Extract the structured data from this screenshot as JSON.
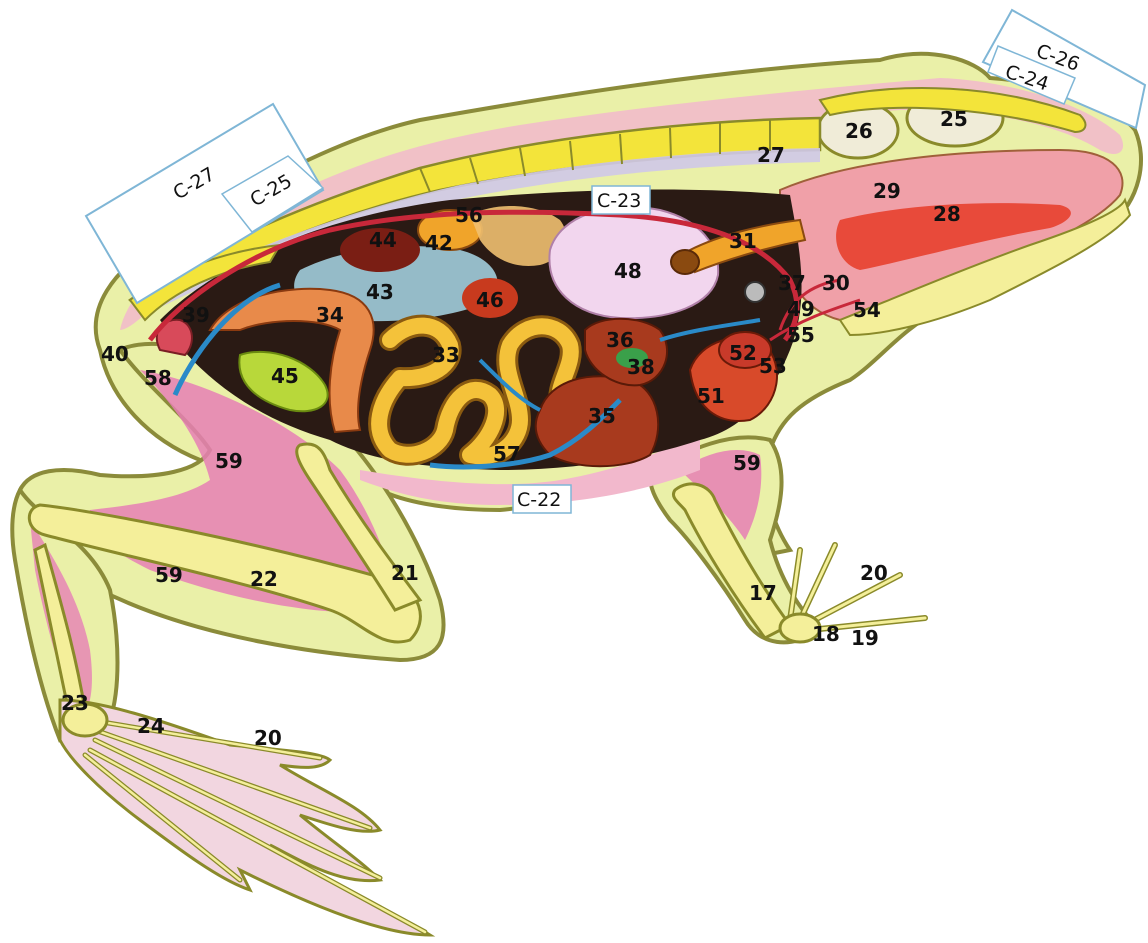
{
  "colors": {
    "body_fill": "#eaf0a8",
    "body_outline": "#8b8b3a",
    "skin_pink": "#f2b8cc",
    "muscle_pink": "#e67fb5",
    "bone_yellow": "#f4ef9a",
    "bone_outline": "#8a8a2a",
    "spine_yellow": "#f3e43a",
    "cavity_dark": "#2a1a14",
    "intestine_orange": "#f0b02a",
    "liver_brown": "#a83a1e",
    "lung_pink": "#f2d6ee",
    "vessel_blue": "#2a8ac8",
    "vessel_red": "#c8283a",
    "gall_green": "#b8d83a",
    "section_box_stroke": "#7fb6d6"
  },
  "section_labels": [
    "C-27",
    "C-25",
    "C-23",
    "C-22",
    "C-26",
    "C-24"
  ],
  "labels": [
    "17",
    "18",
    "19",
    "20",
    "20",
    "21",
    "22",
    "23",
    "24",
    "25",
    "26",
    "27",
    "28",
    "29",
    "30",
    "31",
    "33",
    "34",
    "35",
    "36",
    "37",
    "38",
    "39",
    "40",
    "42",
    "43",
    "44",
    "45",
    "46",
    "48",
    "49",
    "51",
    "52",
    "53",
    "54",
    "55",
    "56",
    "57",
    "58",
    "59",
    "59",
    "59"
  ]
}
